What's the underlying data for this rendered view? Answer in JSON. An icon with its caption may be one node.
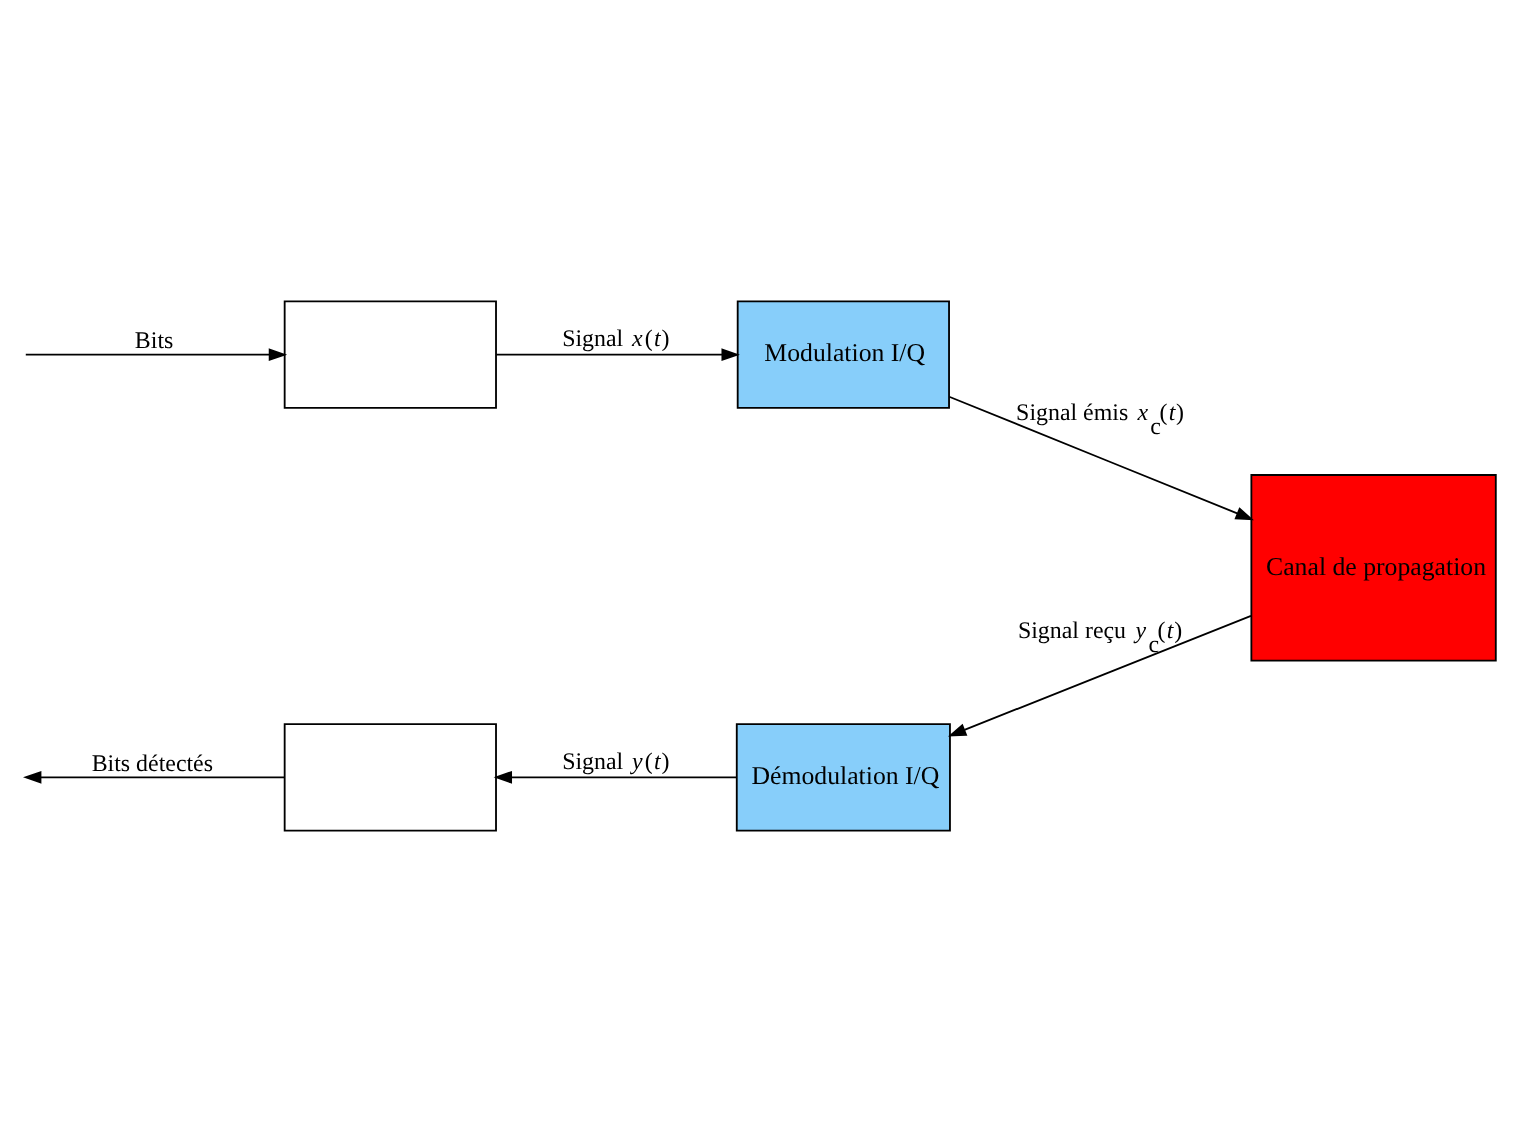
{
  "diagram": {
    "nodes": [
      {
        "text": [],
        "shape": "box"
      },
      {
        "text": [
          "Modulation I/Q"
        ]
      },
      {
        "text": [
          "Canal de propagation"
        ]
      },
      {
        "text": [
          "Démodulation I/Q"
        ]
      },
      {
        "text": [],
        "shape": "box"
      }
    ],
    "edges": [
      {
        "from": null,
        "to": 0,
        "arrow": "to",
        "label": "Bits"
      },
      {
        "from": 0,
        "to": 1,
        "arrow": "to",
        "label": "Signal *x*(*t*)"
      },
      {
        "from": 1,
        "to": 2,
        "arrow": "to",
        "label": "Signal émis *x*$_{c}$(*t*)"
      },
      {
        "from": 2,
        "to": 3,
        "arrow": "to",
        "label": "Signal reçu *y*$_{c}$(*t*)"
      },
      {
        "from": 3,
        "to": 4,
        "arrow": "to",
        "label": "Signal *y*(*t*)"
      },
      {
        "from": 4,
        "to": null,
        "arrow": "to",
        "label": "Bits détectés"
      }
    ]
  }
}
